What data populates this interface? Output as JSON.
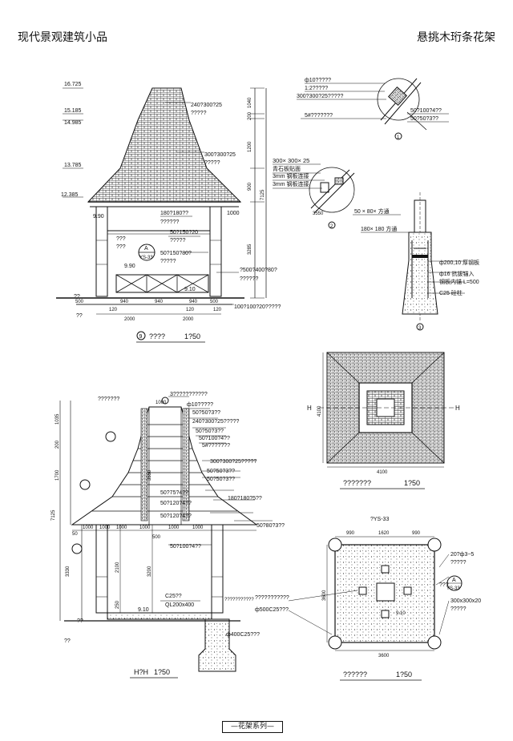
{
  "header": {
    "left_title": "现代景观建筑小品",
    "right_title": "悬挑木珩条花架"
  },
  "elevation": {
    "levels": [
      "16.725",
      "15.185",
      "14.985",
      "13.785",
      "12.385",
      "9.90",
      "9.90",
      "9.10",
      "??",
      "??"
    ],
    "right_dims": [
      "1040",
      "200",
      "1200",
      "900",
      "3285",
      "7125"
    ],
    "bottom_dims": [
      "500",
      "940",
      "940",
      "940",
      "500",
      "120",
      "120",
      "2000",
      "2000",
      "120"
    ],
    "notes": [
      "240?300?25",
      "?????",
      "300?300?25",
      "?????",
      "180?180??",
      "??????",
      "50?150?20",
      "?????",
      "???",
      "???",
      "50?150?80?",
      "?????",
      "1000",
      "?500?400?80?",
      "??????",
      "100?100?20?????"
    ],
    "marker_letter": "A",
    "marker_ref": "YS-33",
    "caption": "????",
    "scale": "1?50",
    "caption_num": "9"
  },
  "detail1": {
    "notes": [
      "ф10?????",
      "1:2?????",
      "300?300?25?????",
      "5#???????",
      "50?100?4??",
      "50?50?3??"
    ],
    "num": "1"
  },
  "detail2": {
    "notes": [
      "300× 300× 25",
      "青石板贴面",
      "3mm 钢板连接",
      "3mm 钢板连接",
      "50 × 80× 方通",
      "3550"
    ],
    "num": "2"
  },
  "detail3": {
    "notes": [
      "180× 180 方通",
      "ф200,10 厚钢板",
      "ф16 抗拔锚入",
      "钢板内锚 L=500",
      "C25 砼柱"
    ],
    "num": "3"
  },
  "plan_top": {
    "labels": [
      "H",
      "H",
      "4100",
      "4100"
    ],
    "caption": "???????",
    "scale": "1?50"
  },
  "section": {
    "notes": [
      "???????",
      "3???????????",
      "1000",
      "ф10?????",
      "50?50?3??",
      "240?300?25?????",
      "50?50?3??",
      "50?100?4??",
      "5#???????",
      "300?300?25?????",
      "50?50?3??",
      "50?50?3??",
      "50?75?4??",
      "50?120?4??",
      "50?120?4??",
      "180?180?5??",
      "50?80?3??",
      "50?100?4??",
      "C25??",
      "QL200x400",
      "???????????",
      "ф400C25???",
      "9.10",
      "??",
      "??"
    ],
    "left_dims": [
      "1035",
      "200",
      "1700",
      "7125",
      "3330"
    ],
    "inner_dims": [
      "2100",
      "250",
      "3200",
      "3550"
    ],
    "bottom_dims": [
      "50",
      "1000",
      "1000",
      "1000",
      "1000",
      "1000",
      "1000",
      "500"
    ],
    "caption": "H?H",
    "scale": "1?50"
  },
  "plan_bottom": {
    "ref": "?YS-33",
    "dims": [
      "990",
      "1620",
      "990",
      "3600",
      "3600"
    ],
    "notes": [
      "20?ф3~5",
      "?????",
      "???",
      "300x300x20",
      "?????",
      "???????????",
      "ф500C25???",
      "9.10"
    ],
    "marker_letter": "A",
    "marker_ref": "YS-33",
    "caption": "??????",
    "scale": "1?50"
  },
  "footer": {
    "label": "—花架系列—"
  }
}
